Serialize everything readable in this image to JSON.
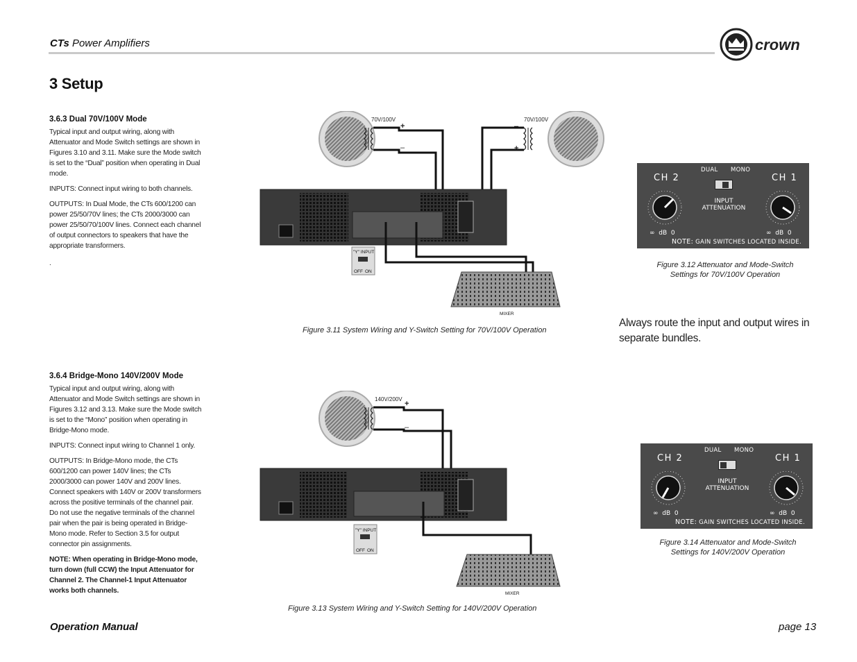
{
  "header": {
    "title_bold": "CTs",
    "title_rest": " Power Amplifiers",
    "brand": "crown"
  },
  "section_title": "3 Setup",
  "s363": {
    "heading": "3.6.3   Dual 70V/100V Mode",
    "p1": "Typical input and output wiring, along with Attenuator and Mode Switch settings are shown in Figures 3.10 and 3.11. Make sure the Mode switch is set to the “Dual” position when operating in Dual mode.",
    "p2": "INPUTS: Connect input wiring to both channels.",
    "p3": "OUTPUTS: In Dual Mode, the CTs 600/1200 can power 25/50/70V lines; the CTs 2000/3000 can power 25/50/70/100V lines. Connect each channel of output connectors to speakers that have the appropriate  transformers.",
    "p4": "."
  },
  "s364": {
    "heading": "3.6.4  Bridge-Mono 140V/200V Mode",
    "p1": "Typical input and output wiring, along with Attenuator and Mode Switch settings are shown in Figures 3.12 and 3.13. Make sure the Mode switch is set to the “Mono” position when operating in Bridge-Mono mode.",
    "p2": "INPUTS: Connect input wiring to Channel 1 only.",
    "p3": "OUTPUTS: In Bridge-Mono mode, the CTs 600/1200 can power 140V lines; the CTs 2000/3000 can power 140V and 200V lines. Connect  speakers with 140V or 200V transformers across the positive terminals of the channel pair. Do not use the negative terminals of the channel pair when the pair is being operated in Bridge-Mono mode. Refer to Section 3.5 for output connector pin assignments.",
    "note": "NOTE: When operating in Bridge-Mono mode, turn down (full CCW) the Input Attenuator for Channel 2. The Channel-1 Input Attenuator works both channels."
  },
  "fig311": {
    "label_left": "70V/100V",
    "label_right": "70V/100V",
    "plus": "+",
    "minus": "–",
    "yinput": "\"Y\" INPUT",
    "off": "OFF",
    "on": "ON",
    "mixer": "MIXER",
    "caption": "Figure 3.11  System Wiring and Y-Switch Setting for 70V/100V Operation"
  },
  "fig313": {
    "label": "140V/200V",
    "plus": "+",
    "minus": "–",
    "yinput": "\"Y\" INPUT",
    "off": "OFF",
    "on": "ON",
    "mixer": "MIXER",
    "caption": "Figure 3.13  System Wiring and Y-Switch Setting for 140V/200V Operation"
  },
  "panel": {
    "ch2": "CH 2",
    "ch1": "CH 1",
    "dual": "DUAL",
    "mono": "MONO",
    "input": "INPUT",
    "attenuation": "ATTENUATION",
    "inf": "∞",
    "db": "dB",
    "zero": "0",
    "note": "NOTE:",
    "note_text": "GAIN SWITCHES LOCATED INSIDE."
  },
  "fig312": {
    "caption_l1": "Figure 3.12 Attenuator and Mode-Switch",
    "caption_l2": "Settings for 70V/100V Operation"
  },
  "fig314": {
    "caption_l1": "Figure 3.14  Attenuator and Mode-Switch",
    "caption_l2": "Settings for 140V/200V Operation"
  },
  "callout": "Always route the input and output wires in separate bundles.",
  "footer": {
    "left": "Operation Manual",
    "right": "page 13"
  },
  "colors": {
    "panel": "#4a4a4a",
    "rule": "#c9c9c9"
  }
}
